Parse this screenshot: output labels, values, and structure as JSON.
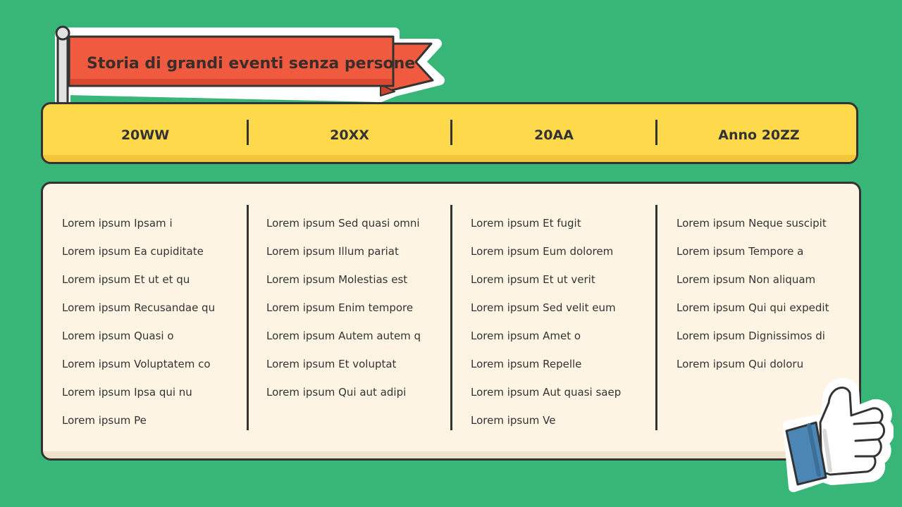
{
  "title": "Storia di grandi eventi senza persone",
  "columns": [
    {
      "heading": "20WW",
      "items": [
        "Lorem ipsum Ipsam i",
        "Lorem ipsum Ea cupiditate",
        "Lorem ipsum Et ut et qu",
        "Lorem ipsum Recusandae qu",
        "Lorem ipsum Quasi o",
        "Lorem ipsum Voluptatem co",
        "Lorem ipsum Ipsa qui nu",
        "Lorem ipsum Pe"
      ]
    },
    {
      "heading": "20XX",
      "items": [
        "Lorem ipsum Sed quasi omni",
        "Lorem ipsum Illum pariat",
        "Lorem ipsum Molestias est",
        "Lorem ipsum Enim tempore",
        "Lorem ipsum Autem autem q",
        "Lorem ipsum Et voluptat",
        "Lorem ipsum Qui aut adipi"
      ]
    },
    {
      "heading": "20AA",
      "items": [
        "Lorem ipsum Et fugit",
        "Lorem ipsum Eum dolorem",
        "Lorem ipsum Et ut verit",
        "Lorem ipsum Sed velit eum",
        "Lorem ipsum Amet o",
        "Lorem ipsum Repelle",
        "Lorem ipsum Aut quasi saep",
        "Lorem ipsum Ve"
      ]
    },
    {
      "heading": "Anno 20ZZ",
      "items": [
        "Lorem ipsum Neque suscipit",
        "Lorem ipsum Tempore a",
        "Lorem ipsum Non aliquam",
        "Lorem ipsum Qui qui expedit",
        "Lorem ipsum Dignissimos di",
        "Lorem ipsum Qui doloru"
      ]
    }
  ],
  "colors": {
    "background": "#37b677",
    "flag": "#f05a3e",
    "header": "#fed94c",
    "panel": "#fdf4e3",
    "outline": "#333333",
    "thumb_sleeve": "#4c86b5"
  },
  "icons": {
    "flag": "flag-icon",
    "thumb": "thumbs-up-icon"
  }
}
